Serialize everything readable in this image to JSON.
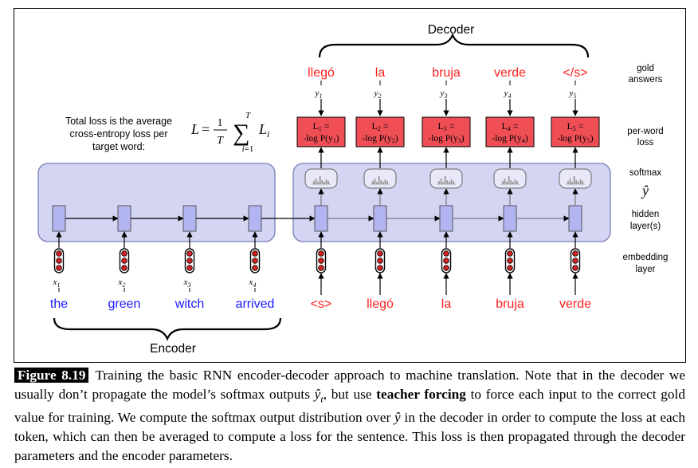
{
  "decoder_title": "Decoder",
  "encoder_title": "Encoder",
  "total_loss_text": [
    "Total loss is the average",
    "cross-entropy loss per",
    "target word:"
  ],
  "right_labels": {
    "gold": [
      "gold",
      "answers"
    ],
    "per_word": [
      "per-word",
      "loss"
    ],
    "softmax": "softmax",
    "yhat": "ŷ",
    "hidden": [
      "hidden",
      "layer(s)"
    ],
    "embedding": [
      "embedding",
      "layer"
    ]
  },
  "encoder_inputs": [
    "the",
    "green",
    "witch",
    "arrived"
  ],
  "encoder_x_labels": [
    "x",
    "x",
    "x",
    "x"
  ],
  "decoder_inputs": [
    "<s>",
    "llegó",
    "la",
    "bruja",
    "verde"
  ],
  "gold_outputs": [
    "llegó",
    "la",
    "bruja",
    "verde",
    "</s>"
  ],
  "gold_y_labels": [
    "y",
    "y",
    "y",
    "y",
    "y"
  ],
  "loss_labels": [
    "L",
    "L",
    "L",
    "L",
    "L"
  ],
  "loss_line2": "-log P(y",
  "colors": {
    "encoder_word": "#1a1aff",
    "decoder_word": "#ff2020",
    "loss_box": "#ef4e55",
    "panel_fill": "#d4d5f3",
    "panel_stroke": "#7b7fb8",
    "hidden_fill": "#b3b5f2",
    "embed_red": "#cc2222"
  },
  "caption": {
    "label": "Figure 8.19",
    "part1": "Training the basic RNN encoder-decoder approach to machine translation. Note that in the decoder we usually don’t propagate the model’s softmax outputs ",
    "yhat_t": "ŷ",
    "t_sub": "t",
    "part2": ", but use ",
    "bold": "teacher forcing",
    "part3": " to force each input to the correct gold value for training. We compute the softmax output distribution over ",
    "yhat": "ŷ",
    "part4": " in the decoder in order to compute the loss at each token, which can then be averaged to compute a loss for the sentence. This loss is then propagated through the decoder parameters and the encoder parameters."
  }
}
